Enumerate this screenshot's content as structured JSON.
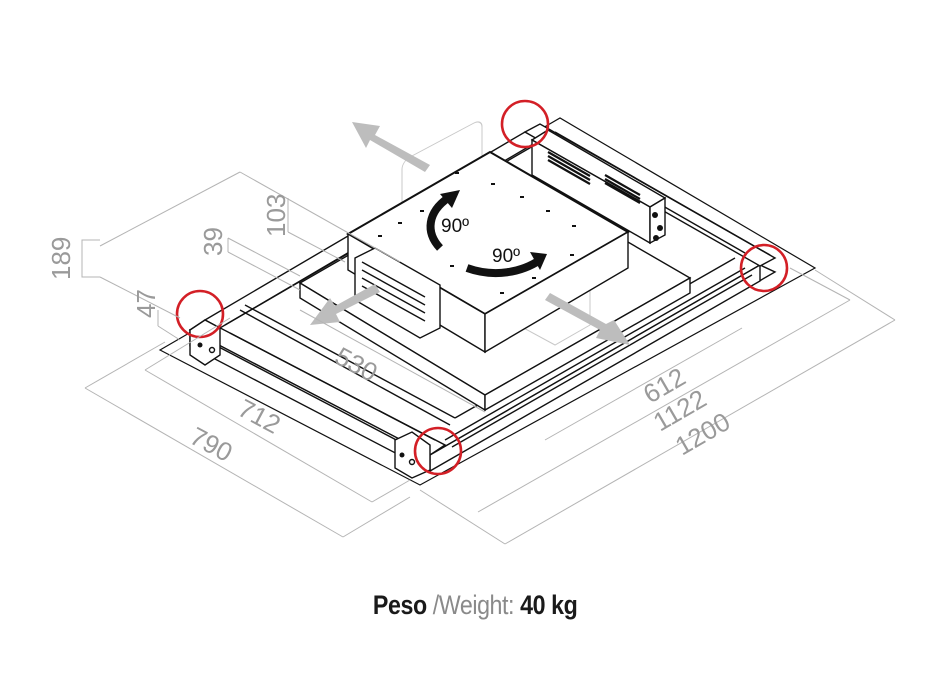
{
  "drawing": {
    "title": "Isometric dimension drawing",
    "dimensions": {
      "height_total": "189",
      "height_box": "103",
      "height_duct": "39",
      "height_frame": "47",
      "depth_duct": "530",
      "depth_inner": "712",
      "depth_outer": "790",
      "width_duct": "612",
      "width_inner": "1122",
      "width_outer": "1200"
    },
    "rotation_labels": {
      "vertical_rotation": "90º",
      "horizontal_rotation": "90º"
    },
    "airflow_arrows": [
      "rear-outlet",
      "left-outlet",
      "right-outlet"
    ],
    "highlight_points": [
      "rear-left-bracket",
      "rear-right-bracket",
      "front-left-bracket",
      "front-right-bracket"
    ],
    "colors": {
      "outline": "#111111",
      "dimension": "#9a9a9a",
      "airflow_arrow": "#bdbdbd",
      "highlight_ring": "#d31f26"
    }
  },
  "caption": {
    "label_es": "Peso",
    "separator": "/",
    "label_en": "Weight:",
    "value": "40 kg"
  }
}
